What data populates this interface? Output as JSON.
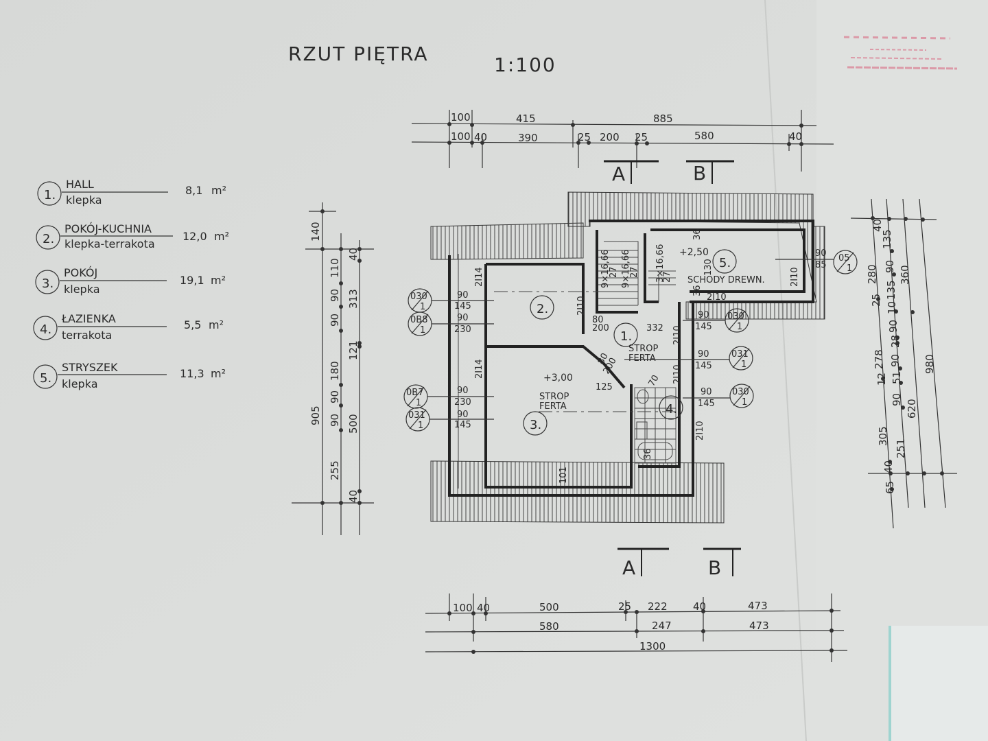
{
  "title": "RZUT PIĘTRA",
  "scale": "1:100",
  "area_unit": "m²",
  "legend": [
    {
      "num": "1.",
      "name": "HALL",
      "floor": "klepka",
      "area": "8,1"
    },
    {
      "num": "2.",
      "name": "POKÓJ-KUCHNIA",
      "floor": "klepka-terrakota",
      "area": "12,0"
    },
    {
      "num": "3.",
      "name": "POKÓJ",
      "floor": "klepka",
      "area": "19,1"
    },
    {
      "num": "4.",
      "name": "ŁAZIENKA",
      "floor": "terrakota",
      "area": "5,5"
    },
    {
      "num": "5.",
      "name": "STRYSZEK",
      "floor": "klepka",
      "area": "11,3"
    }
  ],
  "sections": {
    "a": "A",
    "b": "B"
  },
  "dims_top": {
    "row1": [
      "100",
      "415",
      "885"
    ],
    "row2": [
      "100",
      "40",
      "390",
      "25",
      "200",
      "25",
      "580",
      "40"
    ]
  },
  "dims_bottom": {
    "row1": [
      "100",
      "40",
      "500",
      "25",
      "222",
      "40",
      "473"
    ],
    "row2": [
      "580",
      "247",
      "473"
    ],
    "row3": [
      "1300"
    ]
  },
  "dims_left": {
    "outer": [
      "140",
      "905"
    ],
    "mid": [
      "110",
      "90",
      "90",
      "180",
      "90",
      "90",
      "255"
    ],
    "inner": [
      "40",
      "313",
      "121",
      "500",
      "40"
    ]
  },
  "dims_right": {
    "c1": [
      "40",
      "280",
      "25",
      "12",
      "278",
      "305",
      "40",
      "65"
    ],
    "c2": [
      "135",
      "90",
      "135",
      "10",
      "90",
      "28",
      "90",
      "51",
      "90",
      "251"
    ],
    "c3": [
      "360",
      "620"
    ],
    "c4": [
      "980"
    ]
  },
  "plan": {
    "rooms": [
      "2.",
      "1.",
      "3.",
      "4.",
      "5."
    ],
    "level_1": "+2,50",
    "level_2": "+3,00",
    "ceiling": [
      "STROP",
      "FERTA"
    ],
    "stairs": "SCHODY DREWN.",
    "stairs_dims": [
      "9×16,66",
      "27",
      "9×16,66",
      "27",
      "3×16,66",
      "27"
    ],
    "misc": [
      "332",
      "125",
      "101",
      "36",
      "36",
      "36",
      "130",
      "80",
      "200",
      "80",
      "200",
      "70"
    ],
    "lintels": [
      "2I14",
      "2I10",
      "2I14",
      "2I10",
      "2I10",
      "2I10",
      "2I10",
      "2I10"
    ],
    "windows": [
      {
        "tag_top": "030",
        "tag_bot": "1",
        "w": "90",
        "h": "145"
      },
      {
        "tag_top": "0B8",
        "tag_bot": "1",
        "w": "90",
        "h": "230"
      },
      {
        "tag_top": "0B7",
        "tag_bot": "1",
        "w": "90",
        "h": "230"
      },
      {
        "tag_top": "031",
        "tag_bot": "1",
        "w": "90",
        "h": "145"
      },
      {
        "tag_top": "030",
        "tag_bot": "1",
        "w": "90",
        "h": "145"
      },
      {
        "tag_top": "031",
        "tag_bot": "1",
        "w": "90",
        "h": "145"
      },
      {
        "tag_top": "030",
        "tag_bot": "1",
        "w": "90",
        "h": "145"
      },
      {
        "tag_top": "05",
        "tag_bot": "1",
        "w": "90",
        "h": "85"
      }
    ]
  },
  "colors": {
    "paper": "#d9dbd9",
    "ink": "#2a2a2a",
    "stamp": "#d8607a"
  }
}
